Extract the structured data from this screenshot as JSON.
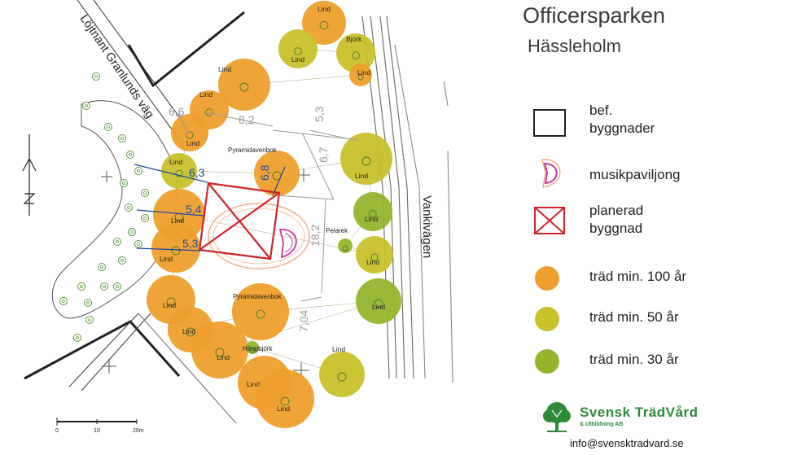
{
  "header": {
    "title": "Officersparken",
    "subtitle": "Hässleholm"
  },
  "colors": {
    "age100": "#ee9f2c",
    "age50": "#c9c12c",
    "age30": "#93b52e",
    "planned": "#d1232a",
    "pavilion": "#cc3399",
    "dimension": "#1a4aa3",
    "brand": "#2e8b3a"
  },
  "map": {
    "streets": [
      "Löjtnant Granlunds väg",
      "Vankivägen"
    ],
    "trees": [
      {
        "label": "Lind",
        "age": "100"
      },
      {
        "label": "Lind",
        "age": "50"
      },
      {
        "label": "Björk",
        "age": "50"
      },
      {
        "label": "Lind",
        "age": "100"
      },
      {
        "label": "Lind",
        "age": "100"
      },
      {
        "label": "Lind",
        "age": "100"
      },
      {
        "label": "Lind",
        "age": "100"
      },
      {
        "label": "Lind",
        "age": "50"
      },
      {
        "label": "Pyramidavenbok",
        "age": "100"
      },
      {
        "label": "Lind",
        "age": "50"
      },
      {
        "label": "Lind",
        "age": "30"
      },
      {
        "label": "Pelarek",
        "age": "30"
      },
      {
        "label": "Lind",
        "age": "50"
      },
      {
        "label": "Lind",
        "age": "100"
      },
      {
        "label": "Lind",
        "age": "100"
      },
      {
        "label": "Lind",
        "age": "100"
      },
      {
        "label": "Lind",
        "age": "100"
      },
      {
        "label": "Pyramidavenbok",
        "age": "100"
      },
      {
        "label": "Lind",
        "age": "30"
      },
      {
        "label": "Lind",
        "age": "100"
      },
      {
        "label": "Lind",
        "age": "100"
      },
      {
        "label": "Lind",
        "age": "100"
      },
      {
        "label": "Hängbjörk",
        "age": "30"
      },
      {
        "label": "Lind",
        "age": "50"
      }
    ],
    "dimensions_blue": [
      "6,3",
      "6,8",
      "5,4",
      "5,3"
    ],
    "dimensions_gray": [
      "6,6",
      "8,2",
      "5,3",
      "6,7",
      "18,2",
      "7,04"
    ],
    "scale": [
      "0",
      "10",
      "20m"
    ]
  },
  "legend": [
    {
      "symbol": "existing-building",
      "line1": "bef.",
      "line2": "byggnader"
    },
    {
      "symbol": "pavilion",
      "line1": "musikpaviljong",
      "line2": ""
    },
    {
      "symbol": "planned-building",
      "line1": "planerad",
      "line2": "byggnad"
    },
    {
      "symbol": "tree-100",
      "line1": "träd min. 100 år",
      "line2": ""
    },
    {
      "symbol": "tree-50",
      "line1": "träd min. 50 år",
      "line2": ""
    },
    {
      "symbol": "tree-30",
      "line1": "träd min. 30 år",
      "line2": ""
    }
  ],
  "footer": {
    "logo_name": "Svensk TrädVård",
    "logo_sub": "& Utbildning AB",
    "email": "info@svensktradvard.se"
  }
}
